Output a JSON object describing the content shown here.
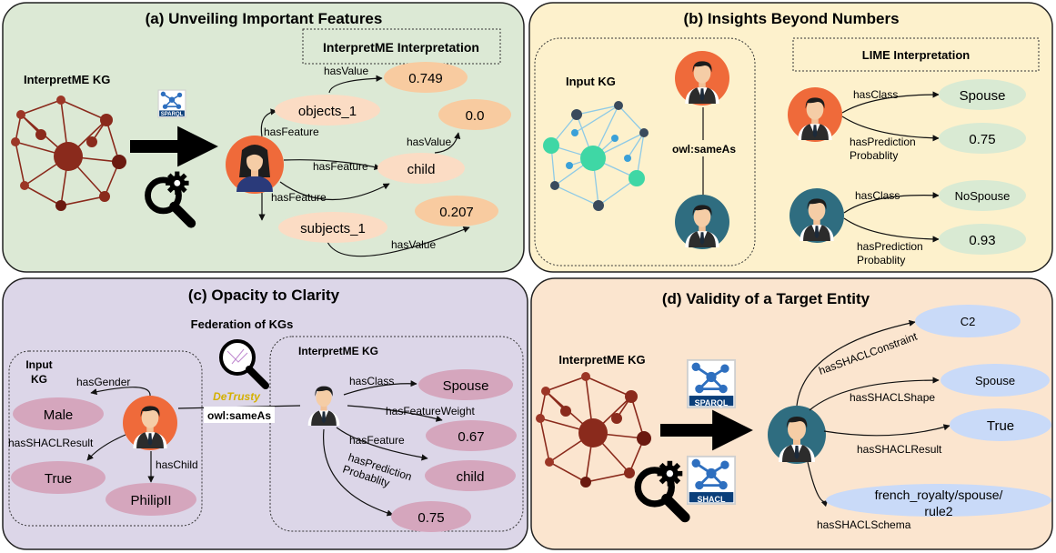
{
  "panel_a": {
    "title": "(a)  Unveiling Important Features",
    "kg_label": "InterpretME KG",
    "interp_label": "InterpretME Interpretation",
    "sparql_label": "SPARQL",
    "nodes": {
      "objects": "objects_1",
      "child": "child",
      "subjects": "subjects_1"
    },
    "values": {
      "v1": "0.749",
      "v2": "0.0",
      "v3": "0.207"
    },
    "edges": {
      "has_value_1": "hasValue",
      "has_feature_1": "hasFeature",
      "has_value_2": "hasValue",
      "has_feature_2": "hasFeature",
      "has_feature_3": "hasFeature",
      "has_value_3": "hasValue"
    }
  },
  "panel_b": {
    "title": "(b)  Insights Beyond Numbers",
    "input_kg": "Input KG",
    "same_as": "owl:sameAs",
    "lime_label": "LIME Interpretation",
    "upper": {
      "has_class": "hasClass",
      "class_value": "Spouse",
      "has_prediction": "hasPrediction",
      "probability": "Probablity",
      "pred_value": "0.75"
    },
    "lower": {
      "has_class": "hasClass",
      "class_value": "NoSpouse",
      "has_prediction": "hasPrediction",
      "probability": "Probablity",
      "pred_value": "0.93"
    }
  },
  "panel_c": {
    "title": "(c)  Opacity to Clarity",
    "federation": "Federation of KGs",
    "input_kg_1": "Input",
    "input_kg_2": "KG",
    "interp_kg": "InterpretME KG",
    "detrusty": "DeTrusty",
    "same_as": "owl:sameAs",
    "left": {
      "has_gender": "hasGender",
      "male": "Male",
      "has_shacl_result": "hasSHACLResult",
      "true": "True",
      "has_child": "hasChild",
      "philip": "PhilipII"
    },
    "right": {
      "has_class": "hasClass",
      "spouse": "Spouse",
      "has_feature_weight": "hasFeatureWeight",
      "weight": "0.67",
      "has_feature": "hasFeature",
      "child": "child",
      "has_prediction": "hasPrediction",
      "probability": "Probablity",
      "pred": "0.75"
    }
  },
  "panel_d": {
    "title": "(d)  Validity of a Target Entity",
    "kg_label": "InterpretME KG",
    "sparql_label": "SPARQL",
    "shacl_label": "SHACL",
    "edges": {
      "constraint": "hasSHACLConstraint",
      "c2": "C2",
      "shape": "hasSHACLShape",
      "spouse": "Spouse",
      "result": "hasSHACLResult",
      "true": "True",
      "schema": "hasSHACLSchema",
      "rule_1": "french_royalty/spouse/",
      "rule_2": "rule2"
    }
  },
  "colors": {
    "panel_a_bg": "#dce9d5",
    "panel_b_bg": "#fdf1cc",
    "panel_c_bg": "#dcd6e8",
    "panel_d_bg": "#fbe5cf",
    "peach": "#fbdcc4",
    "orange": "#f8cba0",
    "mint": "#d9ead3",
    "pink": "#d5a6bd",
    "blue": "#c9daf8",
    "kg_brown": "#6b1a10",
    "kg_node": "#8a2a1c"
  }
}
